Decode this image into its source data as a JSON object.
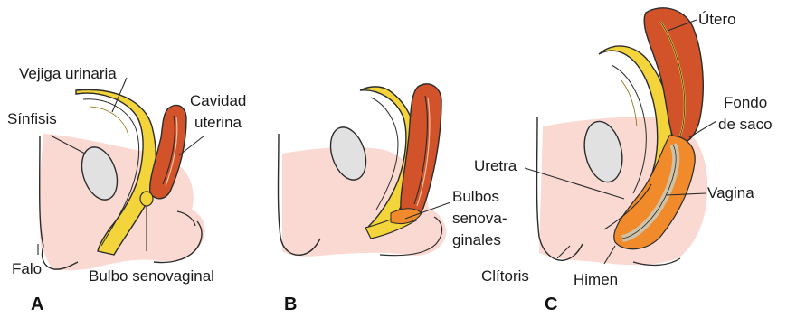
{
  "panels": [
    {
      "letter": "A",
      "labels": {
        "vejiga": "Vejiga urinaria",
        "sinfisis": "Sínfisis",
        "cavidad_1": "Cavidad",
        "cavidad_2": "uterina",
        "falo": "Falo",
        "bulbo": "Bulbo senovaginal"
      }
    },
    {
      "letter": "B",
      "labels": {
        "bulbos_1": "Bulbos",
        "bulbos_2": "senova-",
        "bulbos_3": "ginales"
      }
    },
    {
      "letter": "C",
      "labels": {
        "utero": "Útero",
        "fondo_1": "Fondo",
        "fondo_2": "de saco",
        "uretra": "Uretra",
        "vagina": "Vagina",
        "clitoris": "Clítoris",
        "himen": "Himen"
      }
    }
  ],
  "colors": {
    "skin": "#f9d9d1",
    "bladder": "#f3d43a",
    "bladder_light": "#f8e67a",
    "uterus": "#d2532a",
    "symphysis": "#e1e1e1",
    "vagina_lumen": "#cfc2a6",
    "bulb": "#f08a2a",
    "outline": "#2b2b2b"
  }
}
